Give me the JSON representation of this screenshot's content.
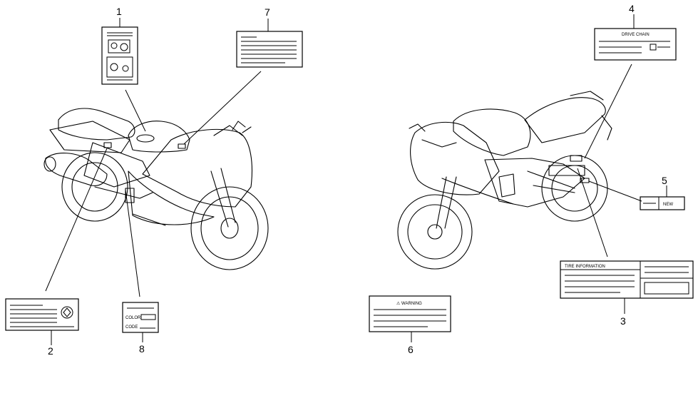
{
  "callouts": [
    {
      "id": "1",
      "text": "1"
    },
    {
      "id": "2",
      "text": "2"
    },
    {
      "id": "3",
      "text": "3"
    },
    {
      "id": "4",
      "text": "4"
    },
    {
      "id": "5",
      "text": "5"
    },
    {
      "id": "6",
      "text": "6"
    },
    {
      "id": "7",
      "text": "7"
    },
    {
      "id": "8",
      "text": "8"
    }
  ],
  "labels": {
    "drive_chain": "DRIVE CHAIN",
    "warning": "⚠ WARNING",
    "color": "COLOR",
    "code": "CODE",
    "tire_info": "TIRE INFORMATION",
    "new": "NEW"
  }
}
